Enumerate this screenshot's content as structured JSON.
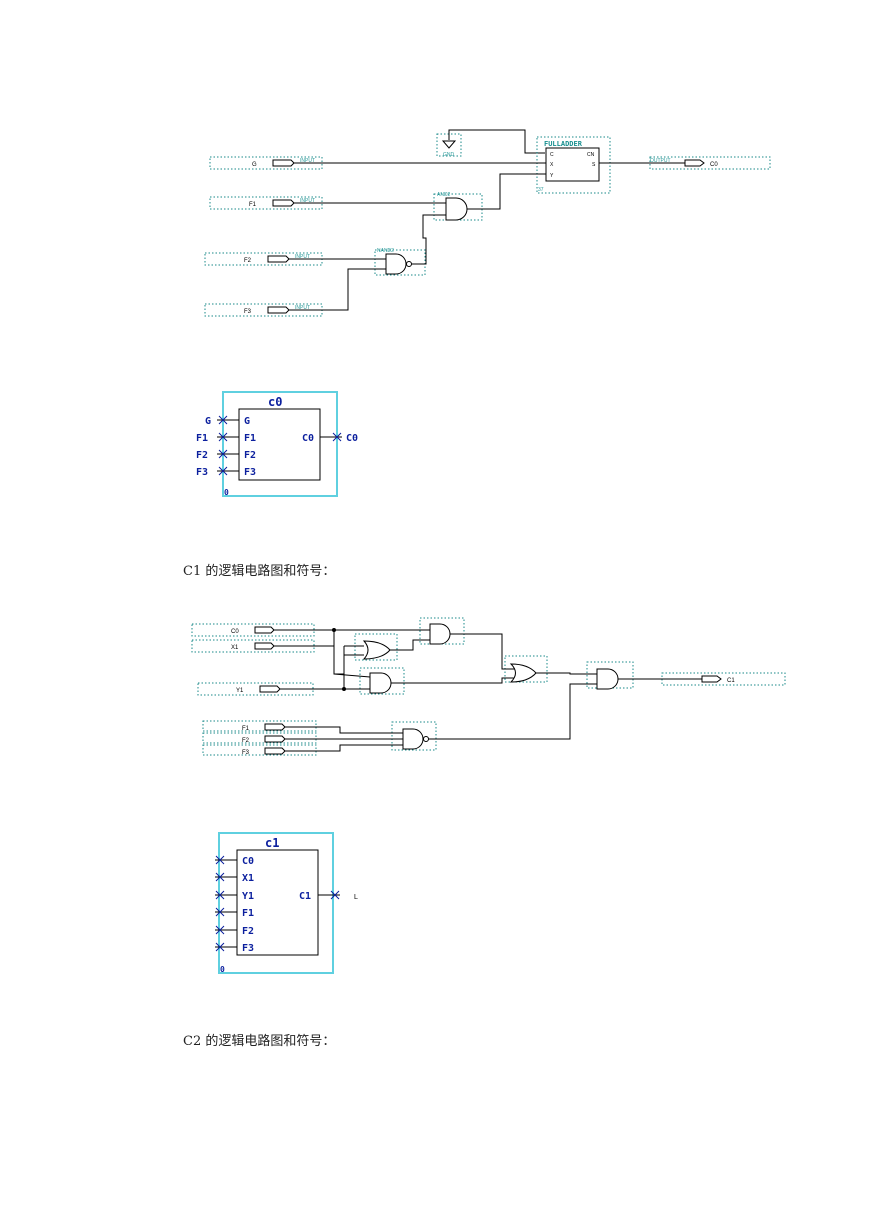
{
  "circuit_c0": {
    "inputs": [
      "G",
      "F1",
      "F2",
      "F3"
    ],
    "output": "C0",
    "fulladder": {
      "title": "FULLADDER",
      "pins_left": [
        "C",
        "X",
        "Y"
      ],
      "pins_right": [
        "CN",
        "S"
      ]
    }
  },
  "symbol_c0": {
    "title": "c0",
    "ports_in": [
      "G",
      "F1",
      "F2",
      "F3"
    ],
    "port_out": "C0",
    "corner": "0"
  },
  "caption_c1": "C1 的逻辑电路图和符号：",
  "circuit_c1": {
    "inputs": [
      "C0",
      "X1",
      "Y1",
      "F1",
      "F2",
      "F3"
    ],
    "output": "C1"
  },
  "symbol_c1": {
    "title": "c1",
    "ports_in": [
      "C0",
      "X1",
      "Y1",
      "F1",
      "F2",
      "F3"
    ],
    "port_out": "C1",
    "extra": "L",
    "corner": "0"
  },
  "caption_c2": "C2 的逻辑电路图和符号："
}
